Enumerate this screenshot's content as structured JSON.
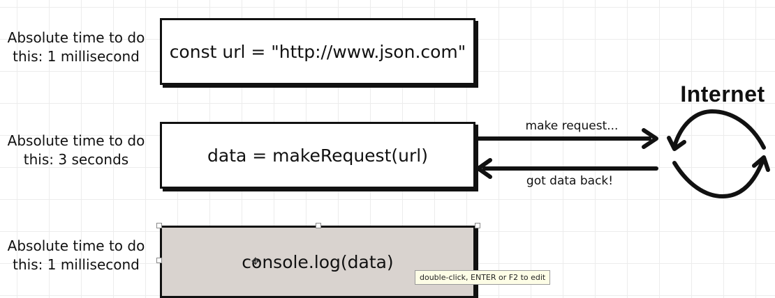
{
  "rows": [
    {
      "time_label": "Absolute time to do this: 1 millisecond",
      "code": "const url = \"http://www.json.com\""
    },
    {
      "time_label": "Absolute time to do this: 3 seconds",
      "code": "data = makeRequest(url)"
    },
    {
      "time_label": "Absolute time to do this: 1 millisecond",
      "code": "console.log(data)"
    }
  ],
  "arrows": {
    "request_label": "make request...",
    "response_label": "got data back!"
  },
  "internet": {
    "title": "Internet"
  },
  "tooltip": {
    "text": "double-click, ENTER or F2 to edit"
  },
  "colors": {
    "selected_box": "#d9d3cf",
    "stroke": "#111111",
    "grid": "#ececec"
  }
}
